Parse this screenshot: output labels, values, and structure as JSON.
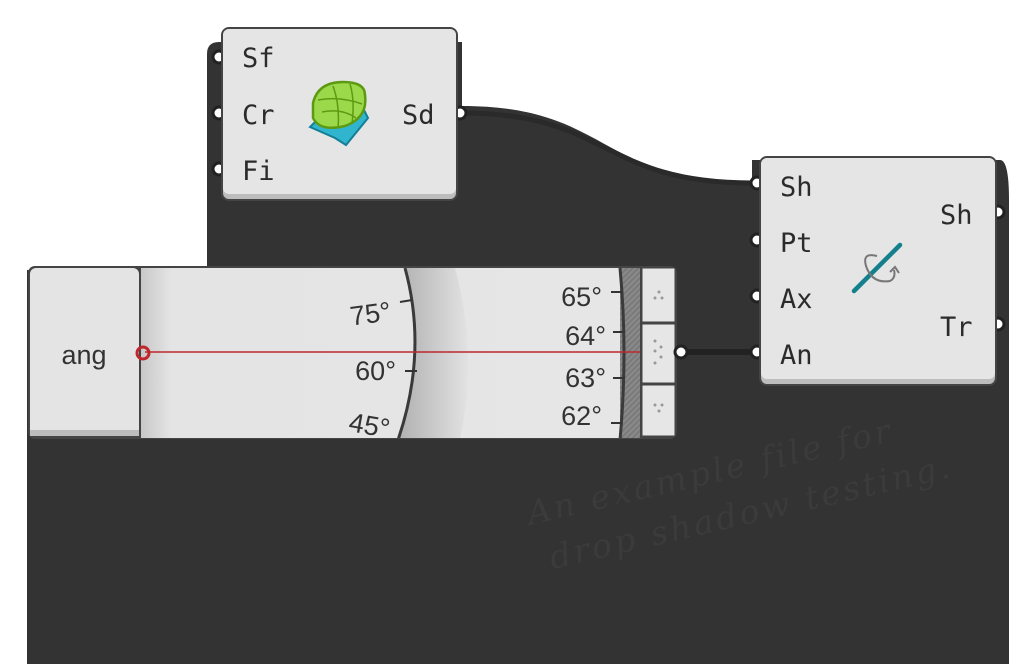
{
  "canvas": {
    "background_color": "#ffffff",
    "shadow_color": "#333333",
    "note_lines": [
      "An example file for",
      "drop shadow testing."
    ]
  },
  "surface_component": {
    "inputs": [
      "Sf",
      "Cr",
      "Fi"
    ],
    "outputs": [
      "Sd"
    ],
    "icon": "surface-split-icon"
  },
  "number_slider": {
    "label": "ang",
    "dial_left_ticks": [
      "75°",
      "60°",
      "45°"
    ],
    "dial_right_ticks": [
      "65°",
      "64°",
      "63°",
      "62°"
    ],
    "marker_color": "#c0272d"
  },
  "rotate_component": {
    "inputs": [
      "Sh",
      "Pt",
      "Ax",
      "An"
    ],
    "outputs": [
      "Sh",
      "Tr"
    ],
    "icon": "rotate-axis-icon",
    "icon_color": "#14808c"
  }
}
